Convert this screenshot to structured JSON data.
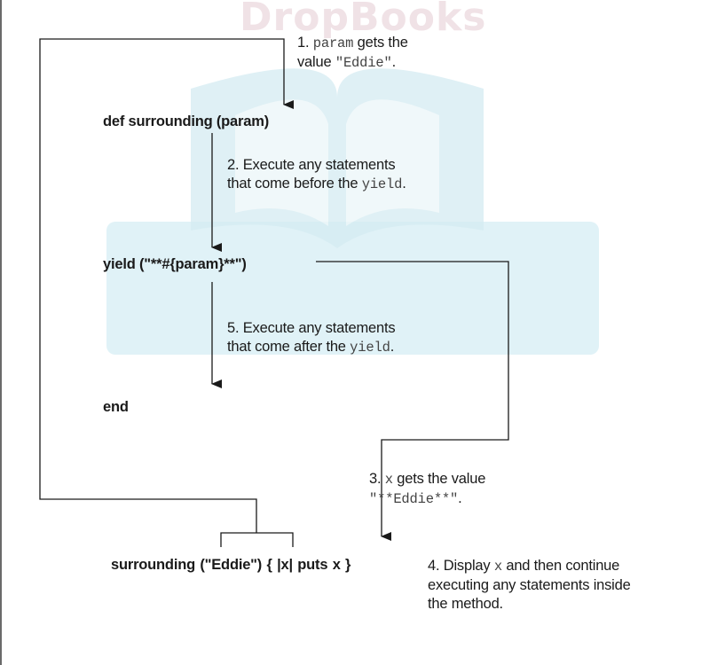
{
  "watermark": {
    "text": "DropBooks"
  },
  "code": {
    "def_line": "def surrounding (param)",
    "yield_line": "yield (\"**#{param}**\")",
    "end_line": "end",
    "call_line": "surrounding (\"Eddie\")  { |x| puts x }"
  },
  "notes": {
    "step1": {
      "prefix": "1. ",
      "code1": "param",
      "mid": " gets the",
      "line2_prefix": "value ",
      "code2": "\"Eddie\"",
      "suffix": "."
    },
    "step2": {
      "line1": "2. Execute any statements",
      "line2_prefix": "that come before the ",
      "code": "yield",
      "suffix": "."
    },
    "step3": {
      "prefix": "3. ",
      "code1": "x",
      "mid": " gets the value",
      "line2_q1": "\"**",
      "code2": "Eddie",
      "line2_q2": "**\"",
      "suffix": "."
    },
    "step4": {
      "prefix": "4. Display ",
      "code": "x",
      "mid": " and then continue",
      "line2": "executing any statements inside",
      "line3": "the method."
    },
    "step5": {
      "line1": "5. Execute any statements",
      "line2_prefix": "that come after the ",
      "code": "yield",
      "suffix": "."
    }
  },
  "colors": {
    "line": "#1a1a1a",
    "watermark_band": "#d6eef4",
    "watermark_book": "#d5ecf2",
    "watermark_text": "#f0e2e6"
  }
}
